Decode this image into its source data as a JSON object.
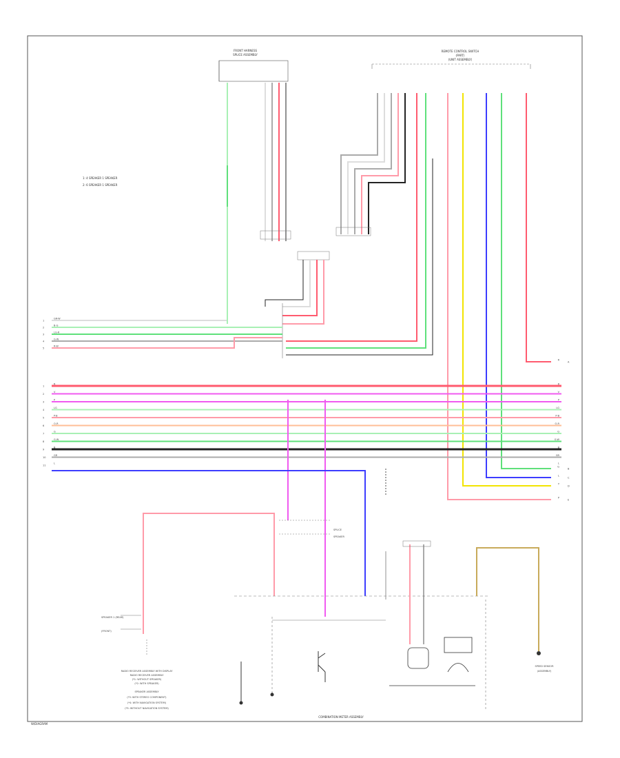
{
  "colors": {
    "red": "#ff5a6e",
    "pink": "#ff9aa8",
    "green": "#5ee07a",
    "lightgreen": "#a8f0b4",
    "yellow": "#f2e400",
    "blue": "#3c3cff",
    "violet": "#f05af0",
    "black": "#222222",
    "gray": "#aaaaaa",
    "tan": "#c8aa5a",
    "white": "#dddddd",
    "orange": "#ffbe96"
  },
  "icons": [
    "ground-symbol",
    "transistor-symbol",
    "connector-pins"
  ],
  "labels": {
    "top_left_connector": "FRONT HARNESS",
    "top_left_connector_sub": "SPLICE ASSEMBLY",
    "top_right_connector": "REMOTE CONTROL SWITCH",
    "top_right_sub": "(PART)",
    "top_right_sub2": "(UNIT ASSEMBLY)",
    "legend_1": "1: 4 SPEAKER 1 SPEAKER",
    "legend_2": "2: 6 SPEAKER 1 SPEAKER",
    "bottom_left_block": "RADIO RECEIVER ASSEMBLY WITH DISPLAY",
    "bottom_left_line2": "RADIO RECEIVER ASSEMBLY",
    "bottom_left_line3": "(*1: WITHOUT SPEAKER)",
    "bottom_left_line4": "(*2: WITH SPEAKER)",
    "bottom_left_line5": "SPEAKER ASSEMBLY",
    "bottom_left_line6": "(*3: WITH STEREO COMPONENT)",
    "bottom_left_line7": "(*4: WITH NAVIGATION SYSTEM)",
    "bottom_left_line8": "(*5: WITHOUT NAVIGATION SYSTEM)",
    "bottom_center": "COMBINATION METER ASSEMBLY",
    "bottom_right": "SPEED SENSOR",
    "bottom_right_sub": "(ASSEMBLY)",
    "mid_label_a": "SPLICE",
    "mid_label_b": "SPEAKER",
    "left_label_spkr": "SPEAKER 1 (REAR)",
    "left_label_spkr2": "(FRONT)",
    "footer": "W/DIAGRAM"
  },
  "left_side_wires": [
    {
      "num": "1",
      "code": "GR-W"
    },
    {
      "num": "2",
      "code": "B-G"
    },
    {
      "num": "3",
      "code": "LG-R"
    },
    {
      "num": "4",
      "code": "G-W"
    },
    {
      "num": "5",
      "code": "R-W"
    }
  ],
  "bus_wires": [
    {
      "num": "1",
      "code": "R"
    },
    {
      "num": "2",
      "code": "V"
    },
    {
      "num": "3",
      "code": "P"
    },
    {
      "num": "4",
      "code": "LG"
    },
    {
      "num": "5",
      "code": "P-B"
    },
    {
      "num": "6",
      "code": "O-R"
    },
    {
      "num": "7",
      "code": "G"
    },
    {
      "num": "8",
      "code": "G-W"
    },
    {
      "num": "9",
      "code": "B"
    },
    {
      "num": "10",
      "code": "GR"
    },
    {
      "num": "11",
      "code": "L"
    }
  ],
  "right_side_wires": [
    {
      "num": "A",
      "code": "R"
    },
    {
      "num": "B",
      "code": "G"
    },
    {
      "num": "C",
      "code": "L"
    },
    {
      "num": "D",
      "code": "Y"
    },
    {
      "num": "E",
      "code": "P"
    }
  ]
}
